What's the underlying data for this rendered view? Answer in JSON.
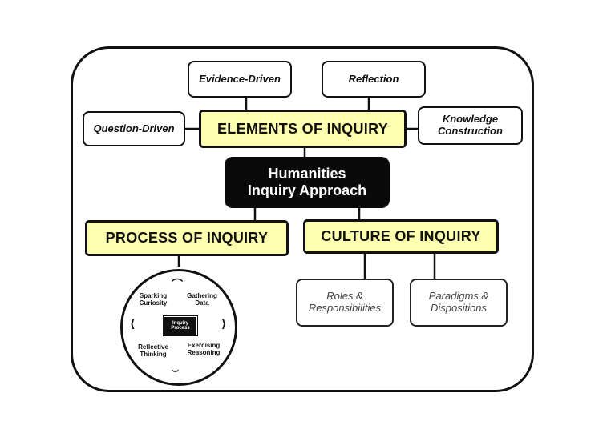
{
  "top_boxes": {
    "evidence": "Evidence-Driven",
    "reflection": "Reflection",
    "question": "Question-Driven",
    "knowledge": "Knowledge Construction"
  },
  "elements_title": "ELEMENTS OF INQUIRY",
  "core": {
    "line1": "Humanities",
    "line2": "Inquiry Approach"
  },
  "process_title": "PROCESS OF INQUIRY",
  "culture_title": "CULTURE OF INQUIRY",
  "culture_items": {
    "roles": "Roles & Responsibilities",
    "paradigms": "Paradigms & Dispositions"
  },
  "process_cycle": {
    "center": "Inquiry Process",
    "steps": [
      "Sparking Curiosity",
      "Gathering Data",
      "Exercising Reasoning",
      "Reflective Thinking"
    ]
  }
}
